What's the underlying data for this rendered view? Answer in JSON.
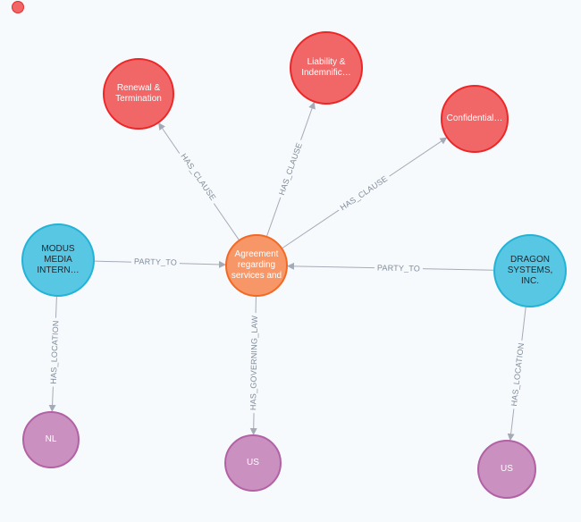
{
  "graph": {
    "nodes": [
      {
        "id": "clause-renewal",
        "label": "Renewal & Termination"
      },
      {
        "id": "clause-liability",
        "label": "Liability & Indemnific…"
      },
      {
        "id": "clause-confidential",
        "label": "Confidential…"
      },
      {
        "id": "party-modus",
        "label": "MODUS MEDIA INTERN…"
      },
      {
        "id": "agreement",
        "label": "Agreement regarding services and"
      },
      {
        "id": "party-dragon",
        "label": "DRAGON SYSTEMS, INC."
      },
      {
        "id": "location-nl",
        "label": "NL"
      },
      {
        "id": "law-us",
        "label": "US"
      },
      {
        "id": "location-us",
        "label": "US"
      }
    ],
    "edges": [
      {
        "id": "edge-clause-renewal",
        "label": "HAS_CLAUSE"
      },
      {
        "id": "edge-clause-liability",
        "label": "HAS_CLAUSE"
      },
      {
        "id": "edge-clause-confidential",
        "label": "HAS_CLAUSE"
      },
      {
        "id": "edge-party-modus",
        "label": "PARTY_TO"
      },
      {
        "id": "edge-party-dragon",
        "label": "PARTY_TO"
      },
      {
        "id": "edge-location-nl",
        "label": "HAS_LOCATION"
      },
      {
        "id": "edge-governing-law",
        "label": "HAS_GOVERNING_LAW"
      },
      {
        "id": "edge-location-us",
        "label": "HAS_LOCATION"
      }
    ],
    "colors": {
      "clause": {
        "fill": "#F16667",
        "border": "#EB2728"
      },
      "agreement": {
        "fill": "#F79767",
        "border": "#F36924"
      },
      "party": {
        "fill": "#57C7E3",
        "border": "#23B3D7"
      },
      "location": {
        "fill": "#C990C0",
        "border": "#B261A5"
      },
      "edge": {
        "stroke": "#A5ABB6",
        "label": "#7F8B99"
      },
      "canvas": {
        "background": "#F7FAFD"
      }
    }
  }
}
